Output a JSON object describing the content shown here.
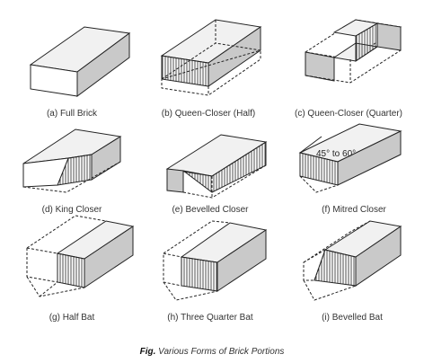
{
  "figure": {
    "panels": [
      {
        "label": "(a) Full Brick"
      },
      {
        "label": "(b) Queen-Closer (Half)"
      },
      {
        "label": "(c) Queen-Closer (Quarter)"
      },
      {
        "label": "(d) King Closer"
      },
      {
        "label": "(e) Bevelled Closer"
      },
      {
        "label": "(f) Mitred Closer"
      },
      {
        "label": "(g) Half Bat"
      },
      {
        "label": "(h) Three Quarter Bat"
      },
      {
        "label": "(i) Bevelled Bat"
      }
    ],
    "angle_note": "45° to 60°",
    "caption_prefix": "Fig.",
    "caption_text": "Various Forms of Brick Portions"
  }
}
